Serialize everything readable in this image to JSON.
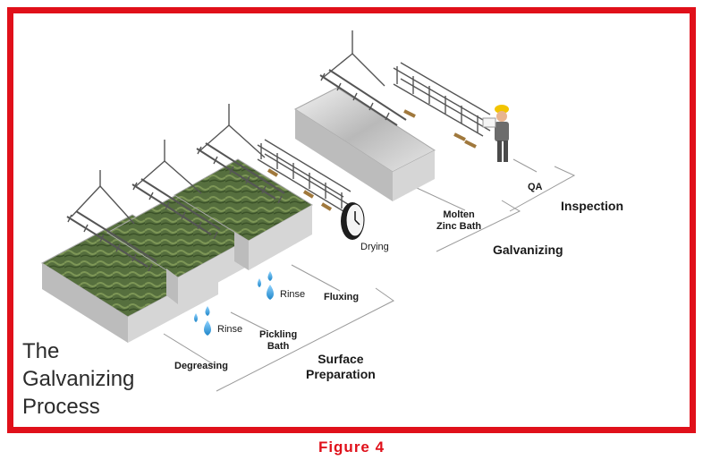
{
  "title_lines": [
    "The",
    "Galvanizing",
    "Process"
  ],
  "caption": "Figure 4",
  "labels": {
    "degreasing": "Degreasing",
    "rinse_1": "Rinse",
    "pickling_line1": "Pickling",
    "pickling_line2": "Bath",
    "rinse_2": "Rinse",
    "fluxing": "Fluxing",
    "drying": "Drying",
    "molten_line1": "Molten",
    "molten_line2": "Zinc Bath",
    "qa": "QA",
    "surface_line1": "Surface",
    "surface_line2": "Preparation",
    "galvanizing": "Galvanizing",
    "inspection": "Inspection"
  },
  "colors": {
    "frame": "#e0101a",
    "tank_side": "#c9c9c9",
    "liquid_green": "#4f6b3a",
    "zinc": "#d8d8d8",
    "water": "#4aa8e0"
  },
  "icons": [
    "clock-icon",
    "water-drop-icon",
    "hook-icon",
    "worker-icon"
  ]
}
